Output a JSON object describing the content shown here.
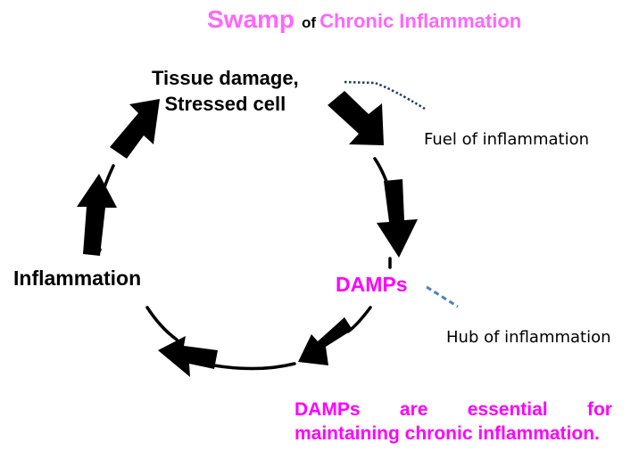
{
  "colors": {
    "accent_title": "#ff66ff",
    "accent_text": "#ff00ff",
    "arrow": "#000000",
    "fuel_leader": "#1f3a5f",
    "hub_leader": "#4f7fbf"
  },
  "title": {
    "word1": "Swamp",
    "connector": "of",
    "rest": "Chronic Inflammation"
  },
  "nodes": {
    "tissue_line1": "Tissue damage,",
    "tissue_line2": "Stressed cell",
    "damps": "DAMPs",
    "inflammation": "Inflammation"
  },
  "annotations": {
    "fuel": "Fuel of inflammation",
    "hub": "Hub of inflammation"
  },
  "conclusion": {
    "line1_words": [
      "DAMPs",
      "are",
      "essential",
      "for"
    ],
    "line2": "maintaining chronic inflammation."
  },
  "icons": {
    "cycle_direction": "clockwise",
    "arrows": [
      "arrow-tissue-to-damps-1",
      "arrow-tissue-to-damps-2",
      "arrow-damps-to-inflammation-1",
      "arrow-damps-to-inflammation-2",
      "arrow-inflammation-to-tissue-1",
      "arrow-inflammation-to-tissue-2"
    ]
  }
}
